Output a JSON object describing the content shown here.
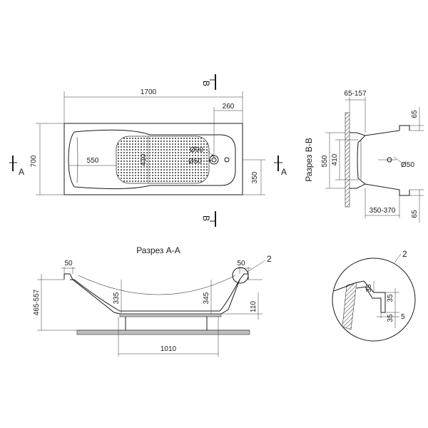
{
  "top_view": {
    "dim_length": "1700",
    "dim_drain_offset": "260",
    "dim_width": "700",
    "dim_inner_550": "550",
    "dim_inner_410": "410",
    "dim_drain_350": "350",
    "drain_d90": "Ø90",
    "drain_d50": "Ø50",
    "section_a": "A",
    "section_b": "B"
  },
  "section_bb": {
    "title": "Разрез B-B",
    "dim_wall": "65-157",
    "dim_top_65": "65",
    "dim_bottom_65": "65",
    "dim_550": "550",
    "dim_410": "410",
    "dim_d50": "Ø50",
    "dim_350_370": "350-370"
  },
  "section_aa": {
    "title": "Разрез A-A",
    "dim_left_50": "50",
    "dim_right_50": "50",
    "callout": "2",
    "dim_height": "465-557",
    "dim_335": "335",
    "dim_345": "345",
    "dim_110": "110",
    "dim_1010": "1010"
  },
  "detail_2": {
    "callout": "2",
    "dim_35_a": "35",
    "dim_35_b": "35",
    "dim_35_c": "35",
    "dim_5": "5"
  }
}
